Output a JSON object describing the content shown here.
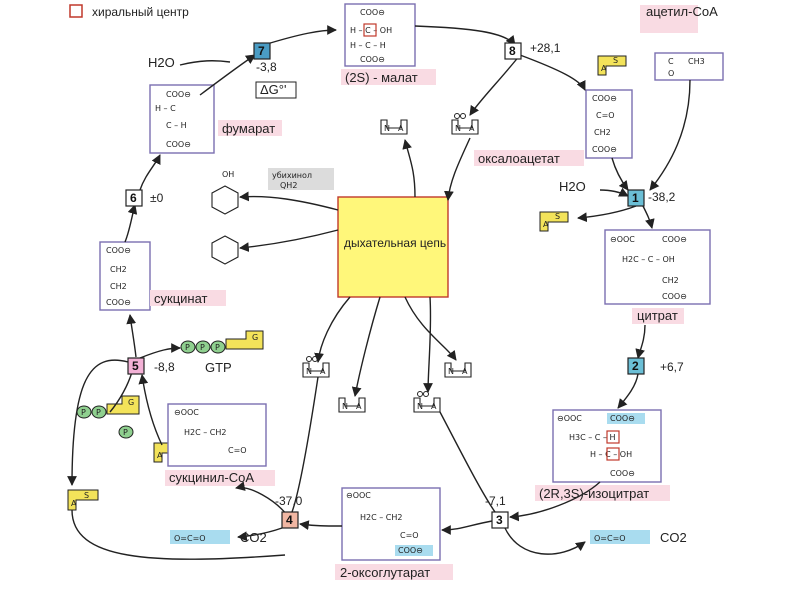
{
  "legend": {
    "chiral_center": "хиральный центр"
  },
  "molecules": {
    "malate": {
      "label": "(2S) - малат",
      "formula": [
        "COO⊖",
        "H – C – OH",
        "H – C – H",
        "COO⊖"
      ]
    },
    "fumarate": {
      "label": "фумарат",
      "formula": [
        "COO⊖",
        "H – C",
        "C – H",
        "COO⊖"
      ]
    },
    "oxaloacetate": {
      "label": "оксалоацетат",
      "formula": [
        "COO⊖",
        "C=O",
        "CH2",
        "COO⊖"
      ]
    },
    "acetyl_coa": {
      "label": "ацетил-CoA",
      "formula": [
        "C",
        "O",
        "CH3"
      ]
    },
    "citrate": {
      "label": "цитрат",
      "formula": [
        "⊖OOC",
        "COO⊖",
        "H2C – C – OH",
        "CH2",
        "COO⊖"
      ]
    },
    "isocitrate": {
      "label": "(2R,3S)-изоцитрат",
      "formula": [
        "⊖OOC",
        "COO⊖",
        "H3C – C – H",
        "H – C – OH",
        "COO⊖"
      ]
    },
    "oxoglutarate": {
      "label": "2-оксоглутарат",
      "formula": [
        "⊖OOC",
        "H2C – CH2",
        "C=O",
        "COO⊖"
      ]
    },
    "succinyl_coa": {
      "label": "сукцинил-CoA",
      "formula": [
        "⊖OOC",
        "H2C – CH2",
        "C=O"
      ]
    },
    "succinate": {
      "label": "сукцинат",
      "formula": [
        "COO⊖",
        "CH2",
        "CH2",
        "COO⊖"
      ]
    },
    "ubiquinol": {
      "label": "убихинол",
      "formula_sub": "QH2",
      "oh": "OH"
    }
  },
  "respiratory_chain": {
    "label": "дыхательная цепь"
  },
  "steps": [
    {
      "num": "1",
      "energy": "-38,2",
      "color": "#6bbfd6"
    },
    {
      "num": "2",
      "energy": "+6,7",
      "color": "#6bbfd6"
    },
    {
      "num": "3",
      "energy": "-7,1",
      "color": "#ffffff"
    },
    {
      "num": "4",
      "energy": "-37,0",
      "color": "#f2b7a3"
    },
    {
      "num": "5",
      "energy": "-8,8",
      "color": "#f3b1d6"
    },
    {
      "num": "6",
      "energy": "±0",
      "color": "#ffffff"
    },
    {
      "num": "7",
      "energy": "-3,8",
      "color": "#4a9cc4"
    },
    {
      "num": "8",
      "energy": "+28,1",
      "color": "#ffffff"
    }
  ],
  "small_labels": {
    "h2o_7": "H2O",
    "h2o_1": "H2O",
    "delta_g": "ΔG°'",
    "gtp": "GTP",
    "co2_left": "CO2",
    "co2_right": "CO2",
    "coa_letters": [
      "A",
      "S"
    ],
    "nad_letters": [
      "N",
      "A"
    ],
    "ppp": [
      "P",
      "P",
      "P"
    ],
    "pp": [
      "P",
      "P"
    ],
    "p": "P",
    "g": "G",
    "oco": "O=C=O"
  }
}
